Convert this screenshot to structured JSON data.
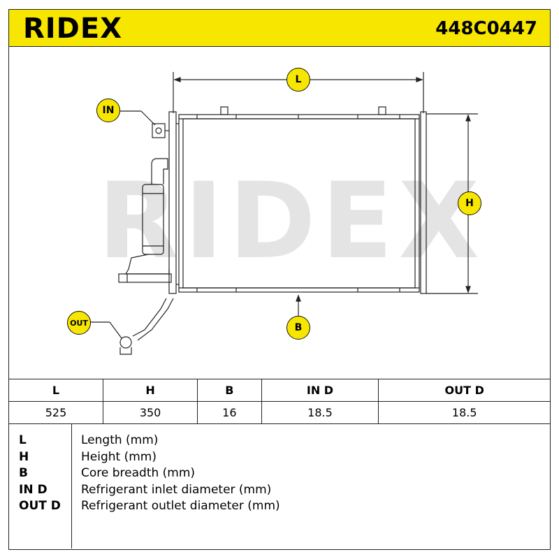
{
  "header": {
    "brand": "RIDEX",
    "part_number": "448C0447",
    "color": "#f7e600"
  },
  "diagram": {
    "watermark": "RIDEX",
    "badges": {
      "length": "L",
      "height": "H",
      "breadth": "B",
      "inlet": "IN",
      "outlet": "OUT"
    }
  },
  "dimensions_table": {
    "headers": [
      "L",
      "H",
      "B",
      "IN D",
      "OUT D"
    ],
    "values": [
      "525",
      "350",
      "16",
      "18.5",
      "18.5"
    ]
  },
  "legend": {
    "items": [
      {
        "key": "L",
        "desc": "Length (mm)"
      },
      {
        "key": "H",
        "desc": "Height (mm)"
      },
      {
        "key": "B",
        "desc": "Core breadth (mm)"
      },
      {
        "key": "IN D",
        "desc": "Refrigerant inlet diameter (mm)"
      },
      {
        "key": "OUT D",
        "desc": "Refrigerant outlet diameter (mm)"
      }
    ]
  }
}
